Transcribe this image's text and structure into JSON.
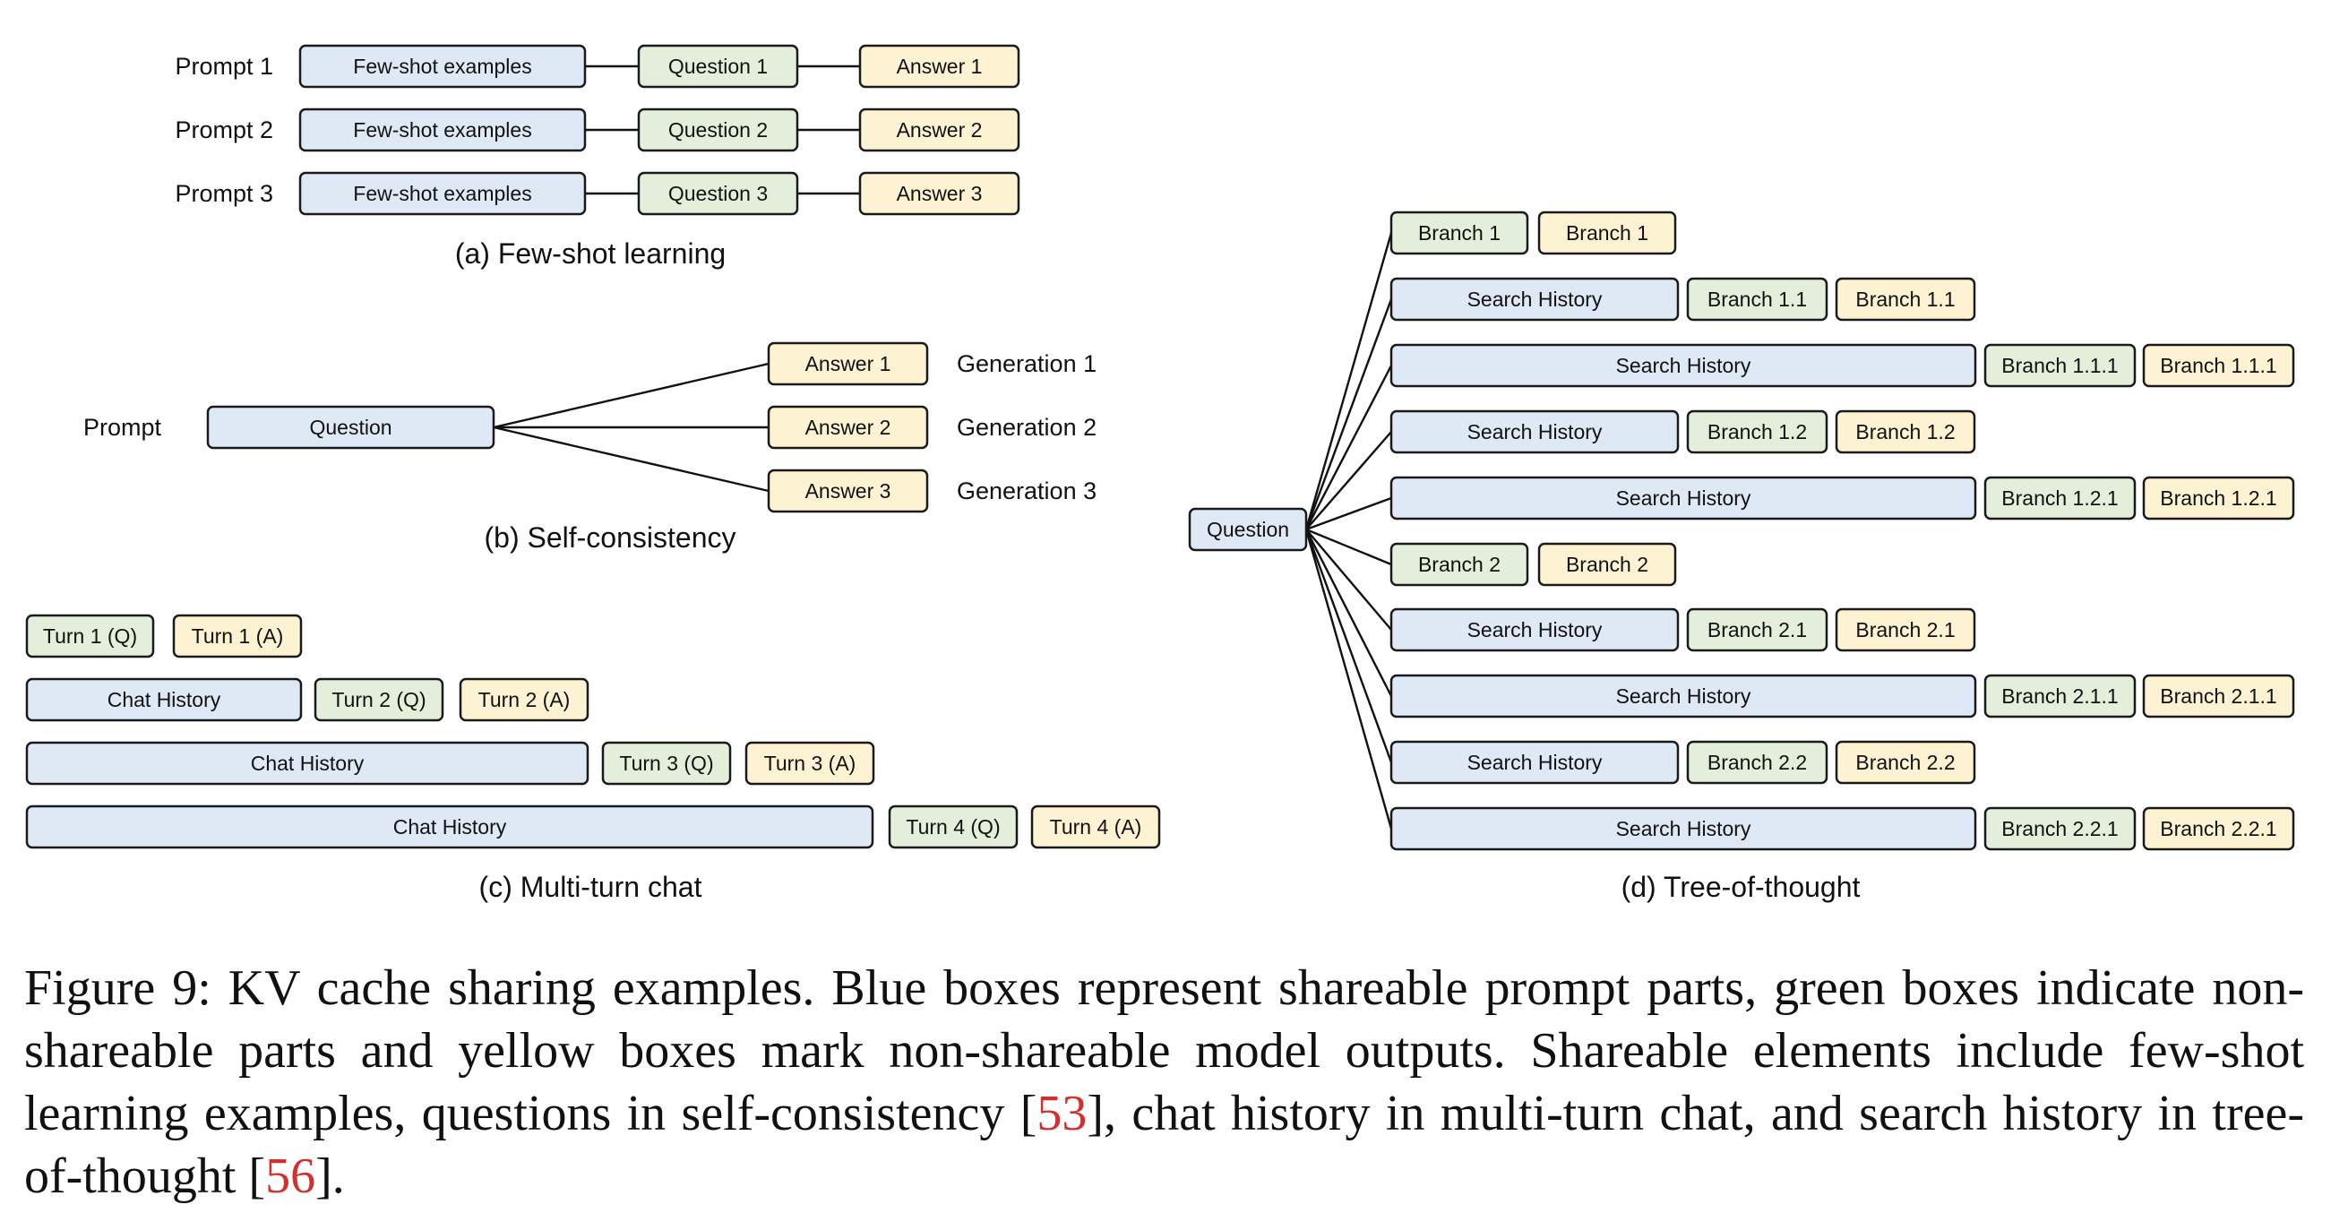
{
  "few_shot": {
    "caption": "(a) Few-shot learning",
    "rows": [
      {
        "label": "Prompt 1",
        "examples": "Few-shot examples",
        "question": "Question 1",
        "answer": "Answer 1"
      },
      {
        "label": "Prompt 2",
        "examples": "Few-shot examples",
        "question": "Question 2",
        "answer": "Answer 2"
      },
      {
        "label": "Prompt 3",
        "examples": "Few-shot examples",
        "question": "Question 3",
        "answer": "Answer 3"
      }
    ]
  },
  "self_consistency": {
    "caption": "(b) Self-consistency",
    "prompt_label": "Prompt",
    "question": "Question",
    "answers": [
      "Answer 1",
      "Answer 2",
      "Answer 3"
    ],
    "generations": [
      "Generation 1",
      "Generation 2",
      "Generation 3"
    ]
  },
  "multi_turn": {
    "caption": "(c) Multi-turn chat",
    "rows": [
      {
        "history": "",
        "q": "Turn 1 (Q)",
        "a": "Turn 1 (A)"
      },
      {
        "history": "Chat History",
        "q": "Turn 2 (Q)",
        "a": "Turn 2 (A)"
      },
      {
        "history": "Chat History",
        "q": "Turn 3 (Q)",
        "a": "Turn 3 (A)"
      },
      {
        "history": "Chat History",
        "q": "Turn 4 (Q)",
        "a": "Turn 4 (A)"
      }
    ]
  },
  "tree_of_thought": {
    "caption": "(d) Tree-of-thought",
    "root": "Question",
    "rows": [
      {
        "history": "",
        "green": "Branch 1",
        "yellow": "Branch 1"
      },
      {
        "history": "Search History",
        "green": "Branch 1.1",
        "yellow": "Branch 1.1"
      },
      {
        "history": "Search History",
        "green": "Branch 1.1.1",
        "yellow": "Branch 1.1.1"
      },
      {
        "history": "Search History",
        "green": "Branch 1.2",
        "yellow": "Branch 1.2"
      },
      {
        "history": "Search History",
        "green": "Branch 1.2.1",
        "yellow": "Branch 1.2.1"
      },
      {
        "history": "",
        "green": "Branch 2",
        "yellow": "Branch 2"
      },
      {
        "history": "Search History",
        "green": "Branch 2.1",
        "yellow": "Branch 2.1"
      },
      {
        "history": "Search History",
        "green": "Branch 2.1.1",
        "yellow": "Branch 2.1.1"
      },
      {
        "history": "Search History",
        "green": "Branch 2.2",
        "yellow": "Branch 2.2"
      },
      {
        "history": "Search History",
        "green": "Branch 2.2.1",
        "yellow": "Branch 2.2.1"
      }
    ]
  },
  "figure_caption": {
    "text_1": "Figure 9: KV cache sharing examples. Blue boxes represent shareable prompt parts, green boxes indicate non-shareable parts and yellow boxes mark non-shareable model outputs. Shareable elements include few-shot learning examples, questions in self-consistency [",
    "ref_1": "53",
    "text_2": "], chat history in multi-turn chat, and search history in tree-of-thought [",
    "ref_2": "56",
    "text_3": "]."
  },
  "colors": {
    "shareable_blue": "#dfe9f5",
    "non_shareable_green": "#e3efdb",
    "output_yellow": "#fdf3d3",
    "reference_red": "#d32f2f"
  }
}
